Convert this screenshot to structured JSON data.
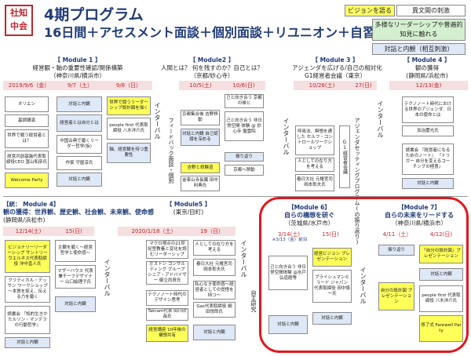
{
  "logo": {
    "text": "社知中会"
  },
  "header": {
    "title": "4期プログラム",
    "subtitle": "16日間＋アセスメント面談＋個別面談＋リユニオン＋自習時間"
  },
  "legend": {
    "vision": "ビジョンを語る",
    "hetero": "異文間の刺激",
    "cross": "多様なリーダーシップや普遍的知見に触れる",
    "dialog": "対話と内観（相互刺激）"
  },
  "modules": {
    "m1": {
      "head": "【 Module 1 】",
      "line1": "経営観・軸の重要性確認/関係構築",
      "line2": "（神奈川県/横浜市）",
      "dates": [
        "2019/9/6（金）",
        "9/7（土）",
        "9/8（日）"
      ]
    },
    "m2": {
      "head": "【 Module2 】",
      "line1": "人間とは？ 何を残すのか？自己とは？",
      "line2": "（京都/妙心寺）",
      "dates": [
        "10/5(土)",
        "10/6(日)"
      ]
    },
    "m3": {
      "head": "【 Module 3 】",
      "line1": "アジェンダを広げる/自己の相対化",
      "line2": "G1経営者会議（東京）",
      "dates": [
        "10/26(土)",
        "27(日)"
      ]
    },
    "m4": {
      "head": "【 Module 4 】",
      "line1": "観の獲得",
      "line2": "(静岡県/浜松市)",
      "dates": [
        "12/13(金)"
      ]
    },
    "m5": {
      "head": "【統： Module 4】",
      "line1": "観の獲得：世界観、歴史観、社会観、未来観、使命感",
      "line2": "(静岡県/浜松市)",
      "dates": [
        "12/14(土)",
        "15(日)"
      ]
    },
    "m6": {
      "head": "【 Module5 】",
      "line1": "",
      "line2": "(東京/目町)",
      "dates": [
        "2020/1/18（土）",
        "19（日）"
      ]
    },
    "m7": {
      "head": "【Module 6】",
      "line1": "自らの構想を研ぐ",
      "line2": "（茨城県/水戸市）",
      "dates": [
        "3/14(土)",
        "15(日)"
      ],
      "note": "※3/13（金）前泊"
    },
    "m8": {
      "head": "【Module 7】",
      "line1": "自らの未来をリードする",
      "line2": "（神奈川県/横浜市）",
      "dates": [
        "4/11（土）",
        "4/12(日)"
      ]
    }
  },
  "row1": {
    "d1": [
      "オリエン",
      "基調講演",
      "世界で戦う経営者とは？",
      "経営共創基盤代表取締役CEO 冨山和彦氏",
      "Welcome Party"
    ],
    "d2": [
      "対話と内観",
      "経営者とは自分とは",
      "中国古典で磨くリーダー哲学(仮)",
      "作家 守屋淳氏",
      "対話と内観"
    ],
    "d3": [
      "世界で闘うリーダーシップ設計図を描く",
      "people first 代表取締役 八木洋介氏",
      "軸、経営観を持つ重要性"
    ],
    "m2a": [
      "京都集合後 吉野移動",
      "対話と内観 自己認識を深める",
      "吉野と修験道",
      "金峯山寺長臈 田中利典氏"
    ],
    "m2b": [
      "己と向き合う 京都の禅と",
      "己と向き合う 非日常空間 体験 @ 妙心寺 霊雲院",
      "振り返り",
      "京都へ移動"
    ],
    "interval": "インターバル",
    "feedback": "フィードバック面談・個別",
    "m3a": [
      "呼吸法、瞑想を通した セルフ・コントロールワークショップ",
      "人としての在り方を考える",
      "春日大社 元権宮司 岡本彰夫氏"
    ],
    "g1": "G1経営者会議",
    "agenda": "アジェンダセッティングプログラム(の振り返り)",
    "m4a": [
      "テクノノート時代における世界のアジェンダ、日本の使命とは",
      "加治慶光氏",
      "読書会 『経営者になるためのノート』 『トリガー 自分を変えるコーチングの極意』",
      "対話と内観"
    ]
  },
  "row2": {
    "d1": [
      "ビジョナリーリーダーシップ サントリーウエルネス代表取締役 沖中直人氏",
      "クリティカル・デッサン ワークショップ ～本質を捉え、伝える力を磨く",
      "読書会 『知的生きかたルソン・マンデラの行動哲学』",
      "対話と内観"
    ],
    "d2": [
      "主観を磨く～経営哲学と使命感～",
      "マザーハウス 代表兼チーフデザイナー 山口絵理子氏",
      "対話と内観"
    ],
    "m5a": [
      "マクロ視点の21世紀型教養と変化を読むリーダーシップ",
      "ボストン コンサルティング グループ シニア・アドバイザー 御立尚資氏",
      "テクノノート時代のデザイン思考",
      "Takram代表 田川欣哉氏",
      "経営講座 10年後の構想共有"
    ],
    "m5b": [
      "人としての在り方を考える",
      "春日大社 元権宮司 岡本彰夫氏",
      "私心なき使命感～経営者としての覚悟を持つ～",
      "Gas代表取締役 細田悦郎氏",
      "対話と内観"
    ],
    "self": "自主研究",
    "m6a": [
      "己と向き合う 非日常空間体験 @水戸弘道館等",
      "対話と内観"
    ],
    "m6b": [
      "経営ビジョン プレゼンテーション",
      "ブライシュマンヒラード ジャパン 代表取締役 田中慎一氏",
      "対話と内観"
    ],
    "m7a": [
      "振り返り",
      "自分の設計図 プレゼンテーション"
    ],
    "m7b": [
      "「自分の設計図」プレゼンテーション",
      "対話と内観",
      "people first 代表取締役 八木洋介氏",
      "修了式 Farewell Party"
    ]
  }
}
